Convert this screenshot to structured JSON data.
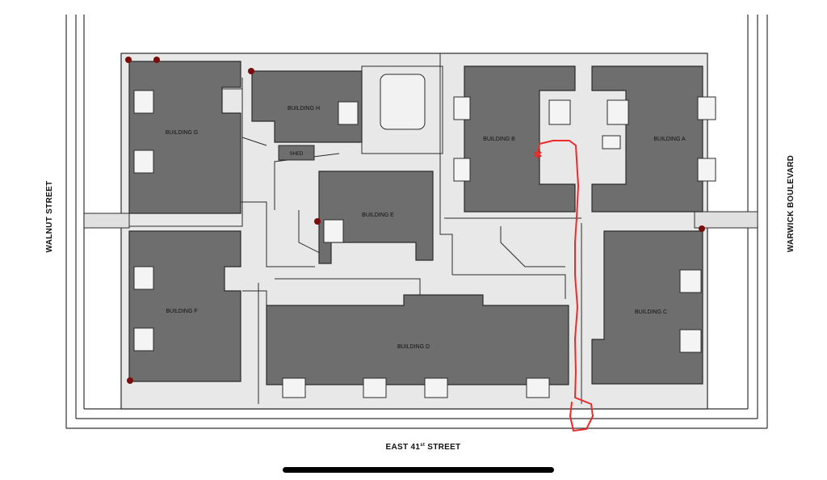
{
  "streets": {
    "west": "WALNUT STREET",
    "east": "WARWICK BOULEVARD",
    "south_main": "EAST 41",
    "south_sup": "st",
    "south_tail": " STREET"
  },
  "buildings": {
    "a": "BUILDING A",
    "b": "BUILDING B",
    "c": "BUILDING C",
    "d": "BUILDING D",
    "e": "BUILDING E",
    "f": "BUILDING F",
    "g": "BUILDING G",
    "h": "BUILDING H",
    "shed": "SHED"
  },
  "colors": {
    "building": "#6e6e6e",
    "courtyard": "#e6e6e6",
    "outline": "#2b2b2b",
    "route": "#ee2a2a",
    "marker": "#7a0c0c",
    "home_bar": "#000000"
  }
}
